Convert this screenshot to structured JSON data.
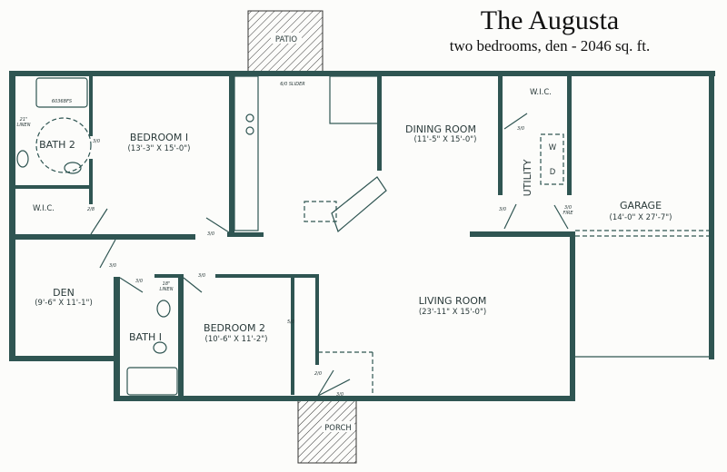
{
  "header": {
    "title": "The Augusta",
    "subtitle": "two bedrooms, den - 2046 sq. ft."
  },
  "colors": {
    "wall": "#2f5552",
    "paper": "#fcfcfa"
  },
  "rooms": {
    "bedroom1": {
      "name": "BEDROOM I",
      "dims": "(13'-3\" X 15'-0\")"
    },
    "bath2": {
      "name": "BATH 2"
    },
    "wic1": {
      "name": "W.I.C."
    },
    "dining": {
      "name": "DINING ROOM",
      "dims": "(11'-5\" X 15'-0\")"
    },
    "wic2": {
      "name": "W.I.C."
    },
    "utility": {
      "name": "UTILITY"
    },
    "garage": {
      "name": "GARAGE",
      "dims": "(14'-0\" X 27'-7\")"
    },
    "den": {
      "name": "DEN",
      "dims": "(9'-6\" X 11'-1\")"
    },
    "bath1": {
      "name": "BATH I"
    },
    "bedroom2": {
      "name": "BEDROOM 2",
      "dims": "(10'-6\" X 11'-2\")"
    },
    "living": {
      "name": "LIVING ROOM",
      "dims": "(23'-11\" X 15'-0\")"
    },
    "patio": {
      "name": "PATIO"
    },
    "porch": {
      "name": "PORCH"
    }
  },
  "notes": {
    "slider": "6/0 SLIDER",
    "shower": "6036BFS",
    "linen1a": "21\"",
    "linen1b": "LINEN",
    "linen2a": "18\"",
    "linen2b": "LINEN",
    "washer": "W",
    "dryer": "D",
    "door_30": "3/0",
    "door_28": "2/8",
    "door_20": "2/0",
    "door_50": "5/0",
    "fire": "FIRE"
  }
}
